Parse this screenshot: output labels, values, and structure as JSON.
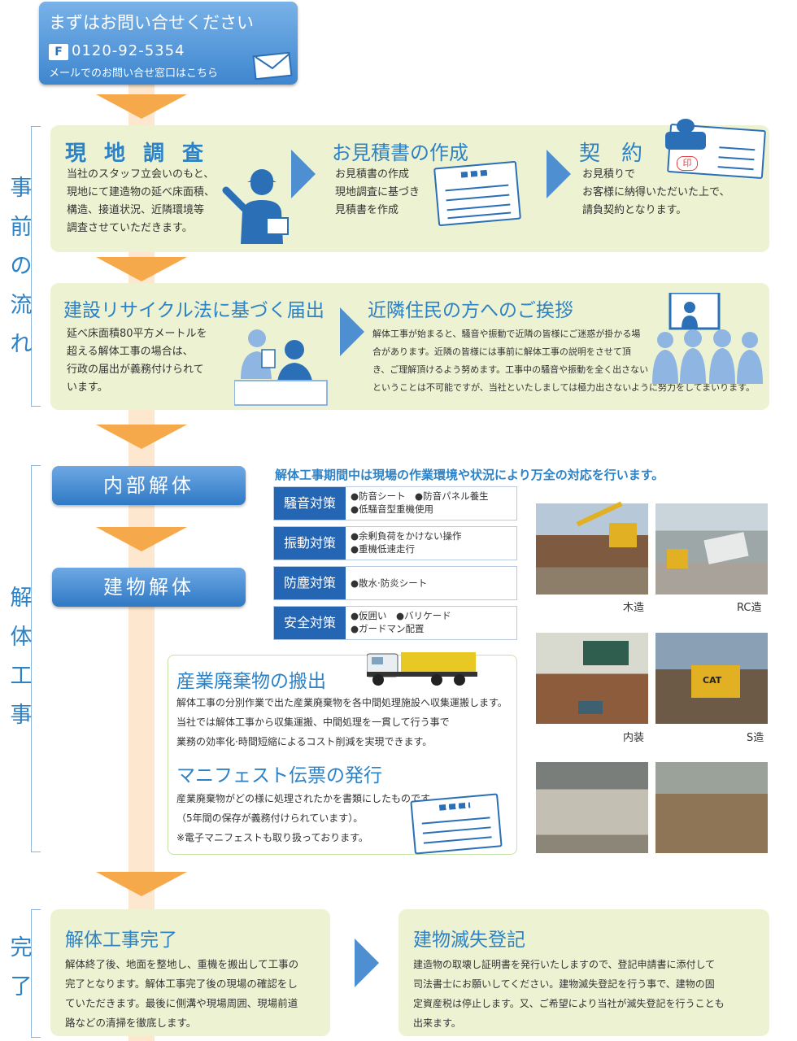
{
  "contact": {
    "title": "まずはお問い合せください",
    "phone_badge": "F",
    "phone": "0120-92-5354",
    "mail_text": "メールでのお問い合せ窓口はこちら"
  },
  "sections": {
    "pre": "事前の流れ",
    "demolition": "解体工事",
    "complete": "完了"
  },
  "pre": {
    "survey": {
      "title": "現地調査",
      "text": [
        "当社のスタッフ立会いのもと、",
        "現地にて建造物の延べ床面積、",
        "構造、接道状況、近隣環境等",
        "調査させていただきます。"
      ]
    },
    "estimate": {
      "title": "お見積書の作成",
      "text": [
        "お見積書の作成",
        "現地調査に基づき",
        "見積書を作成"
      ]
    },
    "contract": {
      "title": "契約",
      "text": [
        "お見積りで",
        "お客様に納得いただいた上で、",
        "請負契約となります。"
      ],
      "stamp": "印"
    },
    "notification": {
      "title": "建設リサイクル法に基づく届出",
      "text": [
        "延べ床面積80平方メートルを",
        "超える解体工事の場合は、",
        "行政の届出が義務付けられて",
        "います。"
      ]
    },
    "greeting": {
      "title": "近隣住民の方へのご挨拶",
      "text": [
        "解体工事が始まると、騒音や振動で近隣の皆様にご迷惑が掛かる場",
        "合があります。近隣の皆様には事前に解体工事の説明をさせて頂",
        "き、ご理解頂けるよう努めます。工事中の騒音や振動を全く出さない",
        "ということは不可能ですが、当社といたしましては極力出さないように努力をしてまいります。"
      ]
    }
  },
  "demolition": {
    "interior": "内部解体",
    "building": "建物解体",
    "headline": "解体工事期間中は現場の作業環境や状況により万全の対応を行います。",
    "measures": [
      {
        "label": "騒音対策",
        "lines": [
          "●防音シート　●防音パネル養生",
          "●低騒音型重機使用"
        ]
      },
      {
        "label": "振動対策",
        "lines": [
          "●余剰負荷をかけない操作",
          "●重機低速走行"
        ]
      },
      {
        "label": "防塵対策",
        "lines": [
          "●散水·防炎シート"
        ]
      },
      {
        "label": "安全対策",
        "lines": [
          "●仮囲い　●バリケード",
          "●ガードマン配置"
        ]
      }
    ],
    "photo_captions": [
      "木造",
      "RC造",
      "内装",
      "S造"
    ],
    "truck_logo": "CAT",
    "waste": {
      "title": "産業廃棄物の搬出",
      "text": [
        "解体工事の分別作業で出た産業廃棄物を各中間処理施設へ収集運搬します。",
        "当社では解体工事から収集運搬、中間処理を一貫して行う事で",
        "業務の効率化·時間短縮によるコスト削減を実現できます。"
      ]
    },
    "manifest": {
      "title": "マニフェスト伝票の発行",
      "text": [
        "産業廃棄物がどの様に処理されたかを書類にしたものです",
        "（5年間の保存が義務付けられています）。",
        "※電子マニフェストも取り扱っております。"
      ]
    }
  },
  "complete": {
    "done": {
      "title": "解体工事完了",
      "text": [
        "解体終了後、地面を整地し、重機を搬出して工事の",
        "完了となります。解体工事完了後の現場の確認をし",
        "ていただきます。最後に側溝や現場周囲、現場前道",
        "路などの清掃を徹底します。"
      ]
    },
    "registry": {
      "title": "建物滅失登記",
      "text": [
        "建造物の取壊し証明書を発行いたしますので、登記申請書に添付して",
        "司法書士にお願いしてください。建物滅失登記を行う事で、建物の固",
        "定資産税は停止します。又、ご希望により当社が滅失登記を行うことも",
        "出来ます。"
      ]
    }
  },
  "colors": {
    "accent": "#2d82c6",
    "panel": "#edf3d2",
    "arrow": "#f5a94b",
    "navy": "#2566b4"
  }
}
